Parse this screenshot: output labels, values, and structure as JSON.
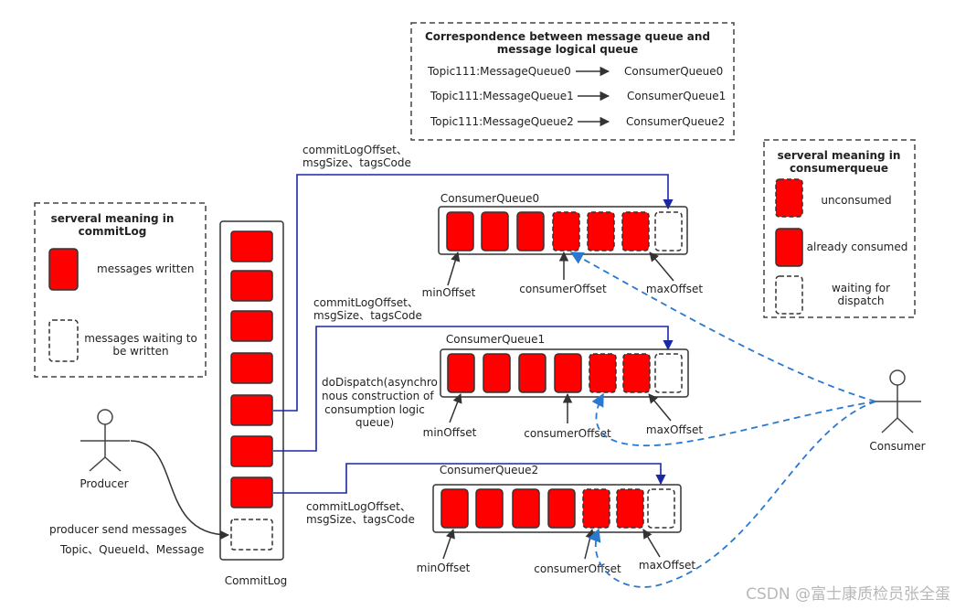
{
  "colors": {
    "message_fill": "#ff0000",
    "message_stroke": "#333333",
    "commitlog_link": "#1a27a6",
    "consumer_link": "#2a78d0",
    "text": "#222222"
  },
  "correspondence_box": {
    "title_line1": "Correspondence between message queue and",
    "title_line2": "message logical queue",
    "rows": [
      {
        "message_queue": "Topic111:MessageQueue0",
        "consumer_queue": "ConsumerQueue0"
      },
      {
        "message_queue": "Topic111:MessageQueue1",
        "consumer_queue": "ConsumerQueue1"
      },
      {
        "message_queue": "Topic111:MessageQueue2",
        "consumer_queue": "ConsumerQueue2"
      }
    ]
  },
  "commitlog_legend": {
    "title_line1": "serveral meaning in",
    "title_line2": "commitLog",
    "written_label": "messages written",
    "waiting_line1": "messages waiting to",
    "waiting_line2": "be written"
  },
  "consumerqueue_legend": {
    "title_line1": "serveral meaning in",
    "title_line2": "consumerqueue",
    "unconsumed": "unconsumed",
    "consumed": "already consumed",
    "waiting_line1": "waiting for",
    "waiting_line2": "dispatch"
  },
  "commitlog": {
    "label": "CommitLog"
  },
  "producer": {
    "label": "Producer",
    "send_line1": "producer send messages",
    "send_line2": "Topic、QueueId、Message"
  },
  "consumer": {
    "label": "Consumer"
  },
  "dispatch": {
    "line1": "commitLogOffset、",
    "line2": "msgSize、tagsCode"
  },
  "do_dispatch": {
    "line1": "doDispatch(asynchro",
    "line2": "nous construction of",
    "line3": "consumption logic",
    "line4": "queue)"
  },
  "queues": [
    {
      "name": "ConsumerQueue0",
      "min_offset": "minOffset",
      "consumer_offset": "consumerOffset",
      "max_offset": "maxOffset"
    },
    {
      "name": "ConsumerQueue1",
      "min_offset": "minOffset",
      "consumer_offset": "consumerOffset",
      "max_offset": "maxOffset"
    },
    {
      "name": "ConsumerQueue2",
      "min_offset": "minOffset",
      "consumer_offset": "consumerOffset",
      "max_offset": "maxOffset"
    }
  ],
  "watermark": "CSDN @富士康质检员张全蛋"
}
